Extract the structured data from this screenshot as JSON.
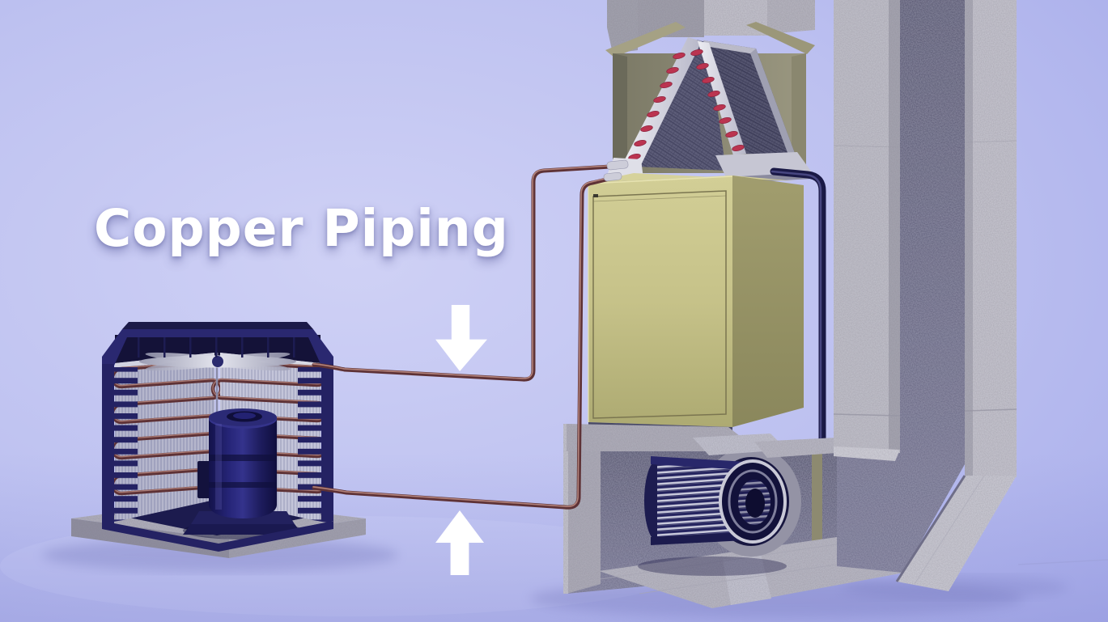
{
  "title": {
    "label": "Copper Piping"
  },
  "annotations": {
    "arrows": [
      {
        "name": "down-arrow",
        "glyph": "▼",
        "points_at": "upper copper line"
      },
      {
        "name": "up-arrow",
        "glyph": "▲",
        "points_at": "lower copper line"
      }
    ]
  },
  "scene": {
    "components": [
      {
        "name": "outdoor-condenser-unit"
      },
      {
        "name": "condenser-fan"
      },
      {
        "name": "condenser-coil"
      },
      {
        "name": "compressor"
      },
      {
        "name": "concrete-pad"
      },
      {
        "name": "copper-piping-upper-line"
      },
      {
        "name": "copper-piping-lower-line"
      },
      {
        "name": "indoor-furnace-cabinet"
      },
      {
        "name": "evaporator-a-coil"
      },
      {
        "name": "supply-duct"
      },
      {
        "name": "insulated-line-pipe"
      },
      {
        "name": "blower-wheel"
      },
      {
        "name": "return-duct"
      },
      {
        "name": "duct-elbow"
      }
    ]
  },
  "colors": {
    "background_top": "#a6abea",
    "background_center": "#cfd1f5",
    "background_bottom": "#b7baf0",
    "title_text": "#ffffff",
    "arrow_fill": "#ffffff",
    "copper_pipe": "#5e3236",
    "copper_pipe_highlight": "#b2827a",
    "navy_pipe": "#1a1946",
    "frame_navy": "#242263",
    "frame_navy_dark": "#141238",
    "compressor_navy": "#201f63",
    "coil_fins": "#bcbdd2",
    "furnace_front": "#c6c289",
    "furnace_side": "#a19d6e",
    "plenum_olive": "#8e8b72",
    "acoil_mesh": "#5c5c78",
    "acoil_red": "#bb3450",
    "concrete_light": "#c5c4ce",
    "concrete_shadow": "#a8a7b3",
    "duct_interior": "#585772",
    "silver": "#c6c6d3"
  }
}
